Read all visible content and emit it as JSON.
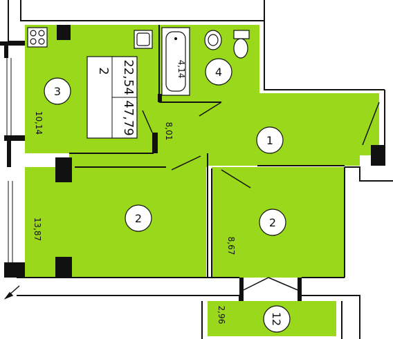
{
  "plan": {
    "summary": {
      "rooms_count": "2",
      "living_area": "22,54",
      "total_area": "47,79"
    },
    "rooms": [
      {
        "number": "3",
        "area": "10,14",
        "type": "kitchen"
      },
      {
        "number": "4",
        "area": "4,14",
        "type": "bathroom"
      },
      {
        "number": "1",
        "area": "8,01",
        "type": "hallway"
      },
      {
        "number": "2",
        "area": "13,87",
        "type": "living"
      },
      {
        "number": "2",
        "area": "8,67",
        "type": "living"
      },
      {
        "number": "12",
        "area": "2,96",
        "type": "balcony"
      }
    ],
    "colors": {
      "room_fill": "#9ad81c",
      "wall": "#111111",
      "background": "#ffffff"
    },
    "icons": [
      "stove-icon",
      "sink-icon",
      "bathtub-icon",
      "washbasin-icon",
      "toilet-icon",
      "compass-arrow-icon"
    ]
  }
}
